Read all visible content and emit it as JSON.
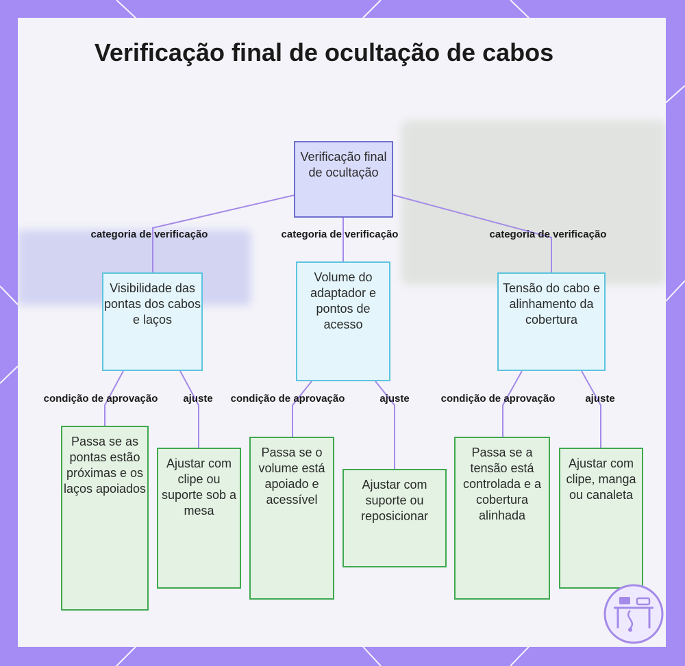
{
  "title": "Verificação final de ocultação de cabos",
  "root": {
    "label": "Verificação final de ocultação"
  },
  "edge_labels": {
    "category": "categoria de verificação",
    "pass": "condição de aprovação",
    "adjust": "ajuste"
  },
  "categories": [
    {
      "label": "Visibilidade das pontas dos cabos e laços",
      "pass": "Passa se as pontas estão próximas e os laços apoiados",
      "adjust": "Ajustar com clipe ou suporte sob a mesa"
    },
    {
      "label": "Volume do adaptador e pontos de acesso",
      "pass": "Passa se o volume está apoiado e acessível",
      "adjust": "Ajustar com suporte ou reposicionar"
    },
    {
      "label": "Tensão do cabo e alinhamento da cobertura",
      "pass": "Passa se a tensão está controlada e a cobertura alinhada",
      "adjust": "Ajustar com clipe, manga ou canaleta"
    }
  ],
  "colors": {
    "frame": "#a48cf4",
    "edge": "#a48ae8",
    "root_fill": "#d9dbfb",
    "category_fill": "#e4f6fb",
    "leaf_fill": "#e3f2e2"
  },
  "icons": {
    "logo": "desk-cable-icon"
  }
}
